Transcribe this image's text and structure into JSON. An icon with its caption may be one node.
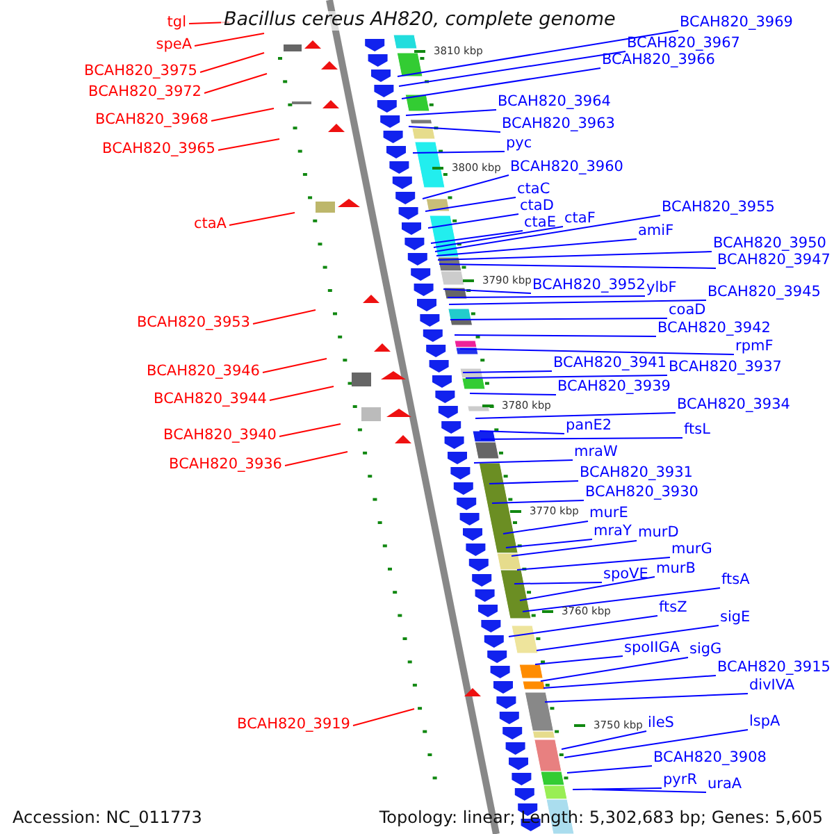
{
  "diagram": {
    "title": "Bacillus cereus AH820, complete genome",
    "nodes": [
      {
        "text": [
          "tgl"
        ]
      },
      {
        "text": [
          "speA"
        ]
      },
      {
        "text": [
          "BCAH820_3975"
        ]
      },
      {
        "text": [
          "BCAH820_3972"
        ]
      },
      {
        "text": [
          "BCAH820_3968"
        ]
      },
      {
        "text": [
          "BCAH820_3965"
        ]
      },
      {
        "text": [
          "ctaA"
        ]
      },
      {
        "text": [
          "BCAH820_3953"
        ]
      },
      {
        "text": [
          "BCAH820_3946"
        ]
      },
      {
        "text": [
          "BCAH820_3944"
        ]
      },
      {
        "text": [
          "BCAH820_3940"
        ]
      },
      {
        "text": [
          "BCAH820_3936"
        ]
      },
      {
        "text": [
          "BCAH820_3919"
        ]
      },
      {
        "text": [
          "BCAH820_3969"
        ]
      },
      {
        "text": [
          "BCAH820_3967"
        ]
      },
      {
        "text": [
          "BCAH820_3966"
        ]
      },
      {
        "text": [
          "BCAH820_3964"
        ]
      },
      {
        "text": [
          "BCAH820_3963"
        ]
      },
      {
        "text": [
          "pyc"
        ]
      },
      {
        "text": [
          "BCAH820_3960"
        ]
      },
      {
        "text": [
          "ctaC"
        ]
      },
      {
        "text": [
          "ctaD"
        ]
      },
      {
        "text": [
          "ctaE"
        ]
      },
      {
        "text": [
          "ctaF"
        ]
      },
      {
        "text": [
          "BCAH820_3955"
        ]
      },
      {
        "text": [
          "amiF"
        ]
      },
      {
        "text": [
          "BCAH820_3950"
        ]
      },
      {
        "text": [
          "BCAH820_3947"
        ]
      },
      {
        "text": [
          "BCAH820_3952"
        ]
      },
      {
        "text": [
          "ylbF"
        ]
      },
      {
        "text": [
          "BCAH820_3945"
        ]
      },
      {
        "text": [
          "coaD"
        ]
      },
      {
        "text": [
          "BCAH820_3942"
        ]
      },
      {
        "text": [
          "rpmF"
        ]
      },
      {
        "text": [
          "BCAH820_3941"
        ]
      },
      {
        "text": [
          "BCAH820_3937"
        ]
      },
      {
        "text": [
          "BCAH820_3939"
        ]
      },
      {
        "text": [
          "BCAH820_3934"
        ]
      },
      {
        "text": [
          "panE2"
        ]
      },
      {
        "text": [
          "ftsL"
        ]
      },
      {
        "text": [
          "mraW"
        ]
      },
      {
        "text": [
          "BCAH820_3931"
        ]
      },
      {
        "text": [
          "BCAH820_3930"
        ]
      },
      {
        "text": [
          "murE"
        ]
      },
      {
        "text": [
          "mraY"
        ]
      },
      {
        "text": [
          "murD"
        ]
      },
      {
        "text": [
          "murG"
        ]
      },
      {
        "text": [
          "spoVE"
        ]
      },
      {
        "text": [
          "murB"
        ]
      },
      {
        "text": [
          "ftsA"
        ]
      },
      {
        "text": [
          "ftsZ"
        ]
      },
      {
        "text": [
          "sigE"
        ]
      },
      {
        "text": [
          "spoIIGA"
        ]
      },
      {
        "text": [
          "sigG"
        ]
      },
      {
        "text": [
          "BCAH820_3915"
        ]
      },
      {
        "text": [
          "divIVA"
        ]
      },
      {
        "text": [
          "ileS"
        ]
      },
      {
        "text": [
          "lspA"
        ]
      },
      {
        "text": [
          "BCAH820_3908"
        ]
      },
      {
        "text": [
          "pyrR"
        ]
      },
      {
        "text": [
          "uraA"
        ]
      }
    ],
    "edges": [
      {
        "from": 0,
        "to": null,
        "arrow": "none",
        "color": "#ff0000"
      },
      {
        "from": 1,
        "to": null,
        "arrow": "none",
        "color": "#ff0000"
      },
      {
        "from": 2,
        "to": null,
        "arrow": "none",
        "color": "#ff0000"
      },
      {
        "from": 3,
        "to": null,
        "arrow": "none",
        "color": "#ff0000"
      },
      {
        "from": 4,
        "to": null,
        "arrow": "none",
        "color": "#ff0000"
      },
      {
        "from": 5,
        "to": null,
        "arrow": "none",
        "color": "#ff0000"
      },
      {
        "from": 6,
        "to": null,
        "arrow": "none",
        "color": "#ff0000"
      },
      {
        "from": 7,
        "to": null,
        "arrow": "none",
        "color": "#ff0000"
      },
      {
        "from": 8,
        "to": null,
        "arrow": "none",
        "color": "#ff0000"
      },
      {
        "from": 9,
        "to": null,
        "arrow": "none",
        "color": "#ff0000"
      },
      {
        "from": 10,
        "to": null,
        "arrow": "none",
        "color": "#ff0000"
      },
      {
        "from": 11,
        "to": null,
        "arrow": "none",
        "color": "#ff0000"
      },
      {
        "from": 12,
        "to": null,
        "arrow": "none",
        "color": "#ff0000"
      },
      {
        "from": 13,
        "to": null,
        "arrow": "none"
      },
      {
        "from": 14,
        "to": null,
        "arrow": "none"
      },
      {
        "from": 15,
        "to": null,
        "arrow": "none"
      },
      {
        "from": 16,
        "to": null,
        "arrow": "none"
      },
      {
        "from": 17,
        "to": null,
        "arrow": "none"
      },
      {
        "from": 18,
        "to": null,
        "arrow": "none"
      },
      {
        "from": 19,
        "to": null,
        "arrow": "none"
      },
      {
        "from": 20,
        "to": null,
        "arrow": "none"
      },
      {
        "from": 21,
        "to": null,
        "arrow": "none"
      },
      {
        "from": 22,
        "to": null,
        "arrow": "none"
      },
      {
        "from": 23,
        "to": null,
        "arrow": "none"
      },
      {
        "from": 24,
        "to": null,
        "arrow": "none"
      },
      {
        "from": 25,
        "to": null,
        "arrow": "none"
      },
      {
        "from": 26,
        "to": null,
        "arrow": "none"
      },
      {
        "from": 27,
        "to": null,
        "arrow": "none"
      },
      {
        "from": 28,
        "to": null,
        "arrow": "none"
      },
      {
        "from": 29,
        "to": null,
        "arrow": "none"
      },
      {
        "from": 30,
        "to": null,
        "arrow": "none"
      },
      {
        "from": 31,
        "to": null,
        "arrow": "none"
      },
      {
        "from": 32,
        "to": null,
        "arrow": "none"
      },
      {
        "from": 33,
        "to": null,
        "arrow": "none"
      },
      {
        "from": 34,
        "to": null,
        "arrow": "none"
      },
      {
        "from": 35,
        "to": null,
        "arrow": "none"
      },
      {
        "from": 36,
        "to": null,
        "arrow": "none"
      },
      {
        "from": 37,
        "to": null,
        "arrow": "none"
      },
      {
        "from": 38,
        "to": null,
        "arrow": "none"
      },
      {
        "from": 39,
        "to": null,
        "arrow": "none"
      },
      {
        "from": 40,
        "to": null,
        "arrow": "none"
      },
      {
        "from": 41,
        "to": null,
        "arrow": "none"
      },
      {
        "from": 42,
        "to": null,
        "arrow": "none"
      },
      {
        "from": 43,
        "to": null,
        "arrow": "none"
      },
      {
        "from": 44,
        "to": null,
        "arrow": "none"
      },
      {
        "from": 45,
        "to": null,
        "arrow": "none"
      },
      {
        "from": 46,
        "to": null,
        "arrow": "none"
      },
      {
        "from": 47,
        "to": null,
        "arrow": "none"
      },
      {
        "from": 48,
        "to": null,
        "arrow": "none"
      },
      {
        "from": 49,
        "to": null,
        "arrow": "none"
      },
      {
        "from": 50,
        "to": null,
        "arrow": "none"
      },
      {
        "from": 51,
        "to": null,
        "arrow": "none"
      },
      {
        "from": 52,
        "to": null,
        "arrow": "none"
      },
      {
        "from": 53,
        "to": null,
        "arrow": "none"
      },
      {
        "from": 54,
        "to": null,
        "arrow": "none"
      },
      {
        "from": 55,
        "to": null,
        "arrow": "none"
      },
      {
        "from": 56,
        "to": null,
        "arrow": "none"
      },
      {
        "from": 57,
        "to": null,
        "arrow": "none"
      },
      {
        "from": 58,
        "to": null,
        "arrow": "none"
      },
      {
        "from": 59,
        "to": null,
        "arrow": "none"
      },
      {
        "from": 60,
        "to": null,
        "arrow": "none"
      }
    ],
    "labels": [
      "3810 kbp",
      "3800 kbp",
      "3790 kbp",
      "3780 kbp",
      "3770 kbp",
      "3760 kbp",
      "3750 kbp",
      "Accession: NC_011773",
      "Topology: linear; Length: 5,302,683 bp; Genes: 5,605"
    ]
  }
}
